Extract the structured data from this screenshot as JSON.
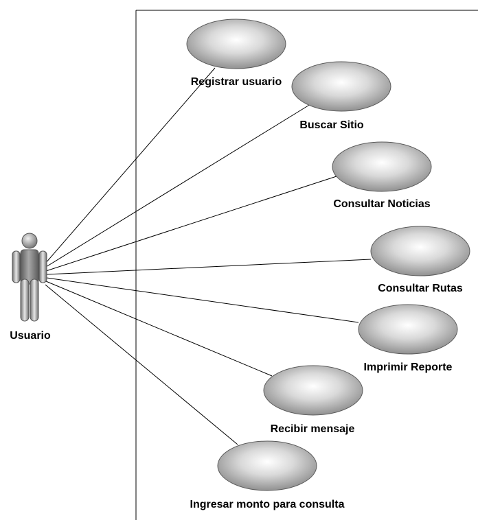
{
  "actor": {
    "name": "Usuario"
  },
  "use_cases": [
    {
      "label": "Registrar usuario"
    },
    {
      "label": "Buscar Sitio"
    },
    {
      "label": "Consultar Noticias"
    },
    {
      "label": "Consultar Rutas"
    },
    {
      "label": "Imprimir Reporte"
    },
    {
      "label": "Recibir mensaje"
    },
    {
      "label": "Ingresar monto para consulta"
    }
  ],
  "colors": {
    "ellipse_center": "#ffffff",
    "ellipse_edge": "#8c8c8c",
    "actor_light": "#e6e6e6",
    "actor_dark": "#6e6e6e",
    "line": "#000000"
  }
}
